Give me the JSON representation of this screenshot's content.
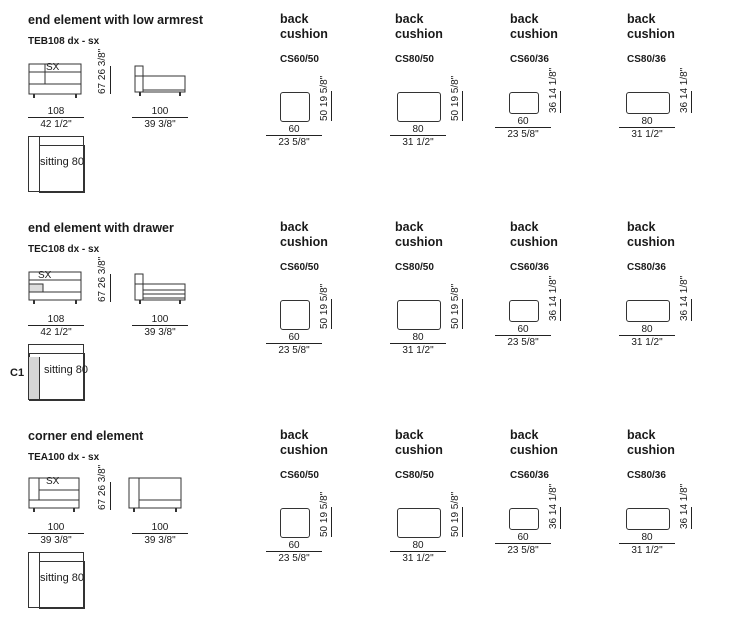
{
  "sections": [
    {
      "title": "end element with low armrest",
      "code": "TEB108 dx - sx",
      "side_label": "SX",
      "height_dim": {
        "metric": "67",
        "imperial": "26 3/8\""
      },
      "plan_width": {
        "metric": "108",
        "imperial": "42 1/2\""
      },
      "side_width": {
        "metric": "100",
        "imperial": "39 3/8\""
      },
      "sitting_label": "sitting 80",
      "c1_label": ""
    },
    {
      "title": "end element with drawer",
      "code": "TEC108 dx - sx",
      "side_label": "SX",
      "height_dim": {
        "metric": "67",
        "imperial": "26 3/8\""
      },
      "plan_width": {
        "metric": "108",
        "imperial": "42 1/2\""
      },
      "side_width": {
        "metric": "100",
        "imperial": "39 3/8\""
      },
      "sitting_label": "sitting 80",
      "c1_label": "C1"
    },
    {
      "title": "corner end element",
      "code": "TEA100 dx - sx",
      "side_label": "SX",
      "height_dim": {
        "metric": "67",
        "imperial": "26 3/8\""
      },
      "plan_width": {
        "metric": "100",
        "imperial": "39 3/8\""
      },
      "side_width": {
        "metric": "100",
        "imperial": "39 3/8\""
      },
      "sitting_label": "sitting 80",
      "c1_label": ""
    }
  ],
  "cushions": [
    {
      "header": "back\ncushion",
      "code": "CS60/50",
      "w": {
        "metric": "60",
        "imperial": "23 5/8\""
      },
      "h": {
        "metric": "50",
        "imperial": "19 5/8\""
      }
    },
    {
      "header": "back\ncushion",
      "code": "CS80/50",
      "w": {
        "metric": "80",
        "imperial": "31 1/2\""
      },
      "h": {
        "metric": "50",
        "imperial": "19 5/8\""
      }
    },
    {
      "header": "back\ncushion",
      "code": "CS60/36",
      "w": {
        "metric": "60",
        "imperial": "23 5/8\""
      },
      "h": {
        "metric": "36",
        "imperial": "14 1/8\""
      }
    },
    {
      "header": "back\ncushion",
      "code": "CS80/36",
      "w": {
        "metric": "80",
        "imperial": "31 1/2\""
      },
      "h": {
        "metric": "36",
        "imperial": "14 1/8\""
      }
    }
  ]
}
